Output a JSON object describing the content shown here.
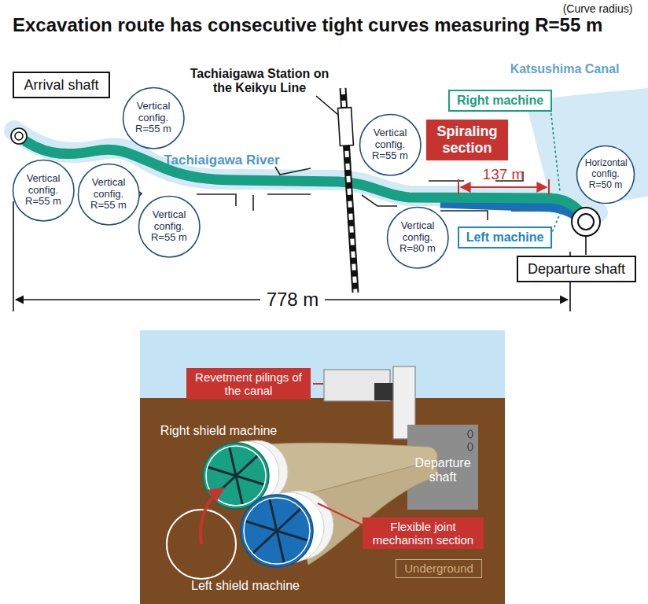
{
  "diagram": {
    "title": "Excavation route has consecutive tight curves measuring R=55 m",
    "nodes": [
      {
        "text": [
          "Arrival shaft"
        ]
      },
      {
        "text": [
          "Vertical config.",
          "R=55 m"
        ]
      },
      {
        "text": [
          "Vertical config.",
          "R=55 m"
        ]
      },
      {
        "text": [
          "Vertical config.",
          "R=55 m"
        ]
      },
      {
        "text": [
          "Vertical config.",
          "R=55 m"
        ]
      },
      {
        "text": [
          "Vertical config.",
          "R=55 m"
        ]
      },
      {
        "text": [
          "Right machine"
        ]
      },
      {
        "text": [
          "Spiraling section"
        ]
      },
      {
        "text": [
          "Horizontal config.",
          "R=50 m"
        ]
      },
      {
        "text": [
          "Vertical config.",
          "R=80 m"
        ]
      },
      {
        "text": [
          "Left machine"
        ]
      },
      {
        "text": [
          "Departure shaft"
        ]
      },
      {
        "text": [
          "Revetment pilings of the canal"
        ]
      },
      {
        "text": [
          "Flexible joint mechanism section"
        ]
      },
      {
        "text": [
          "Underground"
        ]
      }
    ],
    "labels": [
      "(Curve radius)",
      "Tachiaigawa Station on the Keikyu Line",
      "Katsushima Canal",
      "Tachiaigawa River",
      "137 m",
      "778 m",
      "Right shield machine",
      "Departure shaft",
      "Left shield machine"
    ]
  }
}
